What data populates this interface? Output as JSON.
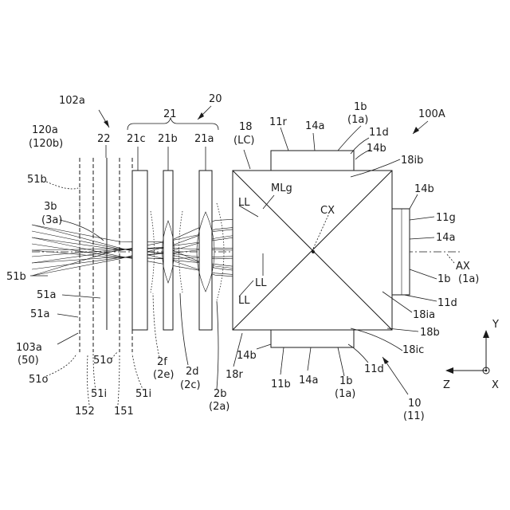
{
  "labels": {
    "l100A": "100A",
    "l102a": "102a",
    "l20": "20",
    "l21": "21",
    "l22": "22",
    "l21c": "21c",
    "l21b": "21b",
    "l21a": "21a",
    "l18": "18",
    "lLC": "(LC)",
    "l11r": "11r",
    "l14a_top": "14a",
    "l1b_top": "1b",
    "l1a_top": "(1a)",
    "l11d_top": "11d",
    "l14b_top": "14b",
    "l18ib": "18ib",
    "l120a": "120a",
    "l120b": "(120b)",
    "l51b_top": "51b",
    "l3b": "3b",
    "l3a": "(3a)",
    "lMLg": "MLg",
    "lLL1": "LL",
    "lCX": "CX",
    "l14b_right": "14b",
    "l11g": "11g",
    "l14a_right": "14a",
    "lAX": "AX",
    "l1b_right": "1b",
    "l1a_right": "(1a)",
    "l11d_right": "11d",
    "l18ia": "18ia",
    "l51b_left": "51b",
    "l51a_1": "51a",
    "l51a_2": "51a",
    "lLL2": "LL",
    "lLL3": "LL",
    "l18b": "18b",
    "l18ic": "18ic",
    "l103a": "103a",
    "l50": "(50)",
    "l51o_1": "51o",
    "l51o_2": "51o",
    "l51i_1": "51i",
    "l51i_2": "51i",
    "l152": "152",
    "l151": "151",
    "l2f": "2f",
    "l2e": "(2e)",
    "l2d": "2d",
    "l2c": "(2c)",
    "l2b": "2b",
    "l2a": "(2a)",
    "l14b_bot": "14b",
    "l18r": "18r",
    "l11b": "11b",
    "l14a_bot": "14a",
    "l1b_bot": "1b",
    "l1a_bot": "(1a)",
    "l11d_bot": "11d",
    "l10": "10",
    "l11": "(11)",
    "lY": "Y",
    "lZ": "Z",
    "lX": "X"
  }
}
